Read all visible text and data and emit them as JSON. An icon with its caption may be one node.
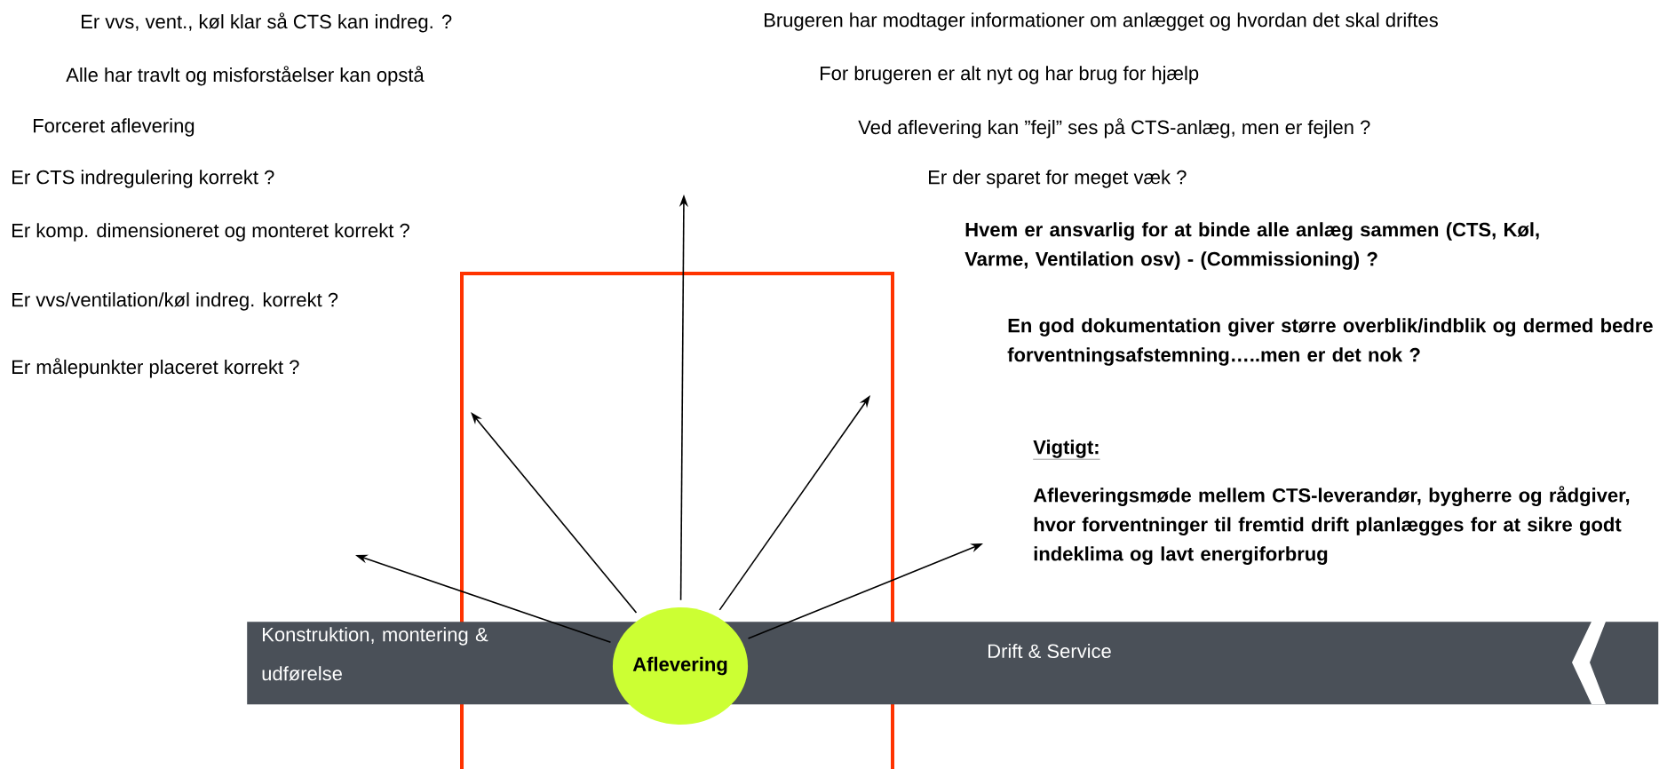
{
  "diagram": {
    "nodes": [
      {
        "text": [
          "Konstruktion, montering & udførelse",
          "Drift & Service"
        ]
      },
      {
        "text": [
          "Aflevering"
        ]
      }
    ],
    "edges": [
      {
        "from": 1,
        "to": null,
        "arrow": "to"
      },
      {
        "from": 1,
        "to": null,
        "arrow": "to"
      },
      {
        "from": 1,
        "to": null,
        "arrow": "to"
      },
      {
        "from": 1,
        "to": null,
        "arrow": "to"
      },
      {
        "from": 1,
        "to": null,
        "arrow": "to"
      }
    ],
    "labels": [
      "Er vvs, vent., køl klar så CTS kan indreg. ?",
      "Brugeren har modtager informationer om anlægget og hvordan det skal driftes",
      "Alle har travlt og misforståelser kan opstå",
      "For brugeren er alt nyt og har brug for hjælp",
      "Forceret aflevering",
      "Ved aflevering kan ”fejl” ses på CTS-anlæg, men er fejlen ?",
      "Er CTS indregulering korrekt ?",
      "Er der sparet for meget væk ?",
      "Er komp. dimensioneret og monteret korrekt ?",
      "Hvem er ansvarlig for at binde alle anlæg sammen (CTS, Køl, Varme, Ventilation osv) - (Commissioning) ?",
      "Er vvs/ventilation/køl indreg. korrekt ?",
      "En god dokumentation giver større overblik/indblik og dermed bedre forventningsafstemning…..men er det nok ?",
      "Er målepunkter placeret korrekt ?",
      "Vigtigt:",
      "Afleveringsmøde mellem CTS-leverandør, bygherre og rådgiver, hvor forventninger til fremtid drift planlægges for at sikre godt indeklima og lavt energiforbrug"
    ]
  }
}
